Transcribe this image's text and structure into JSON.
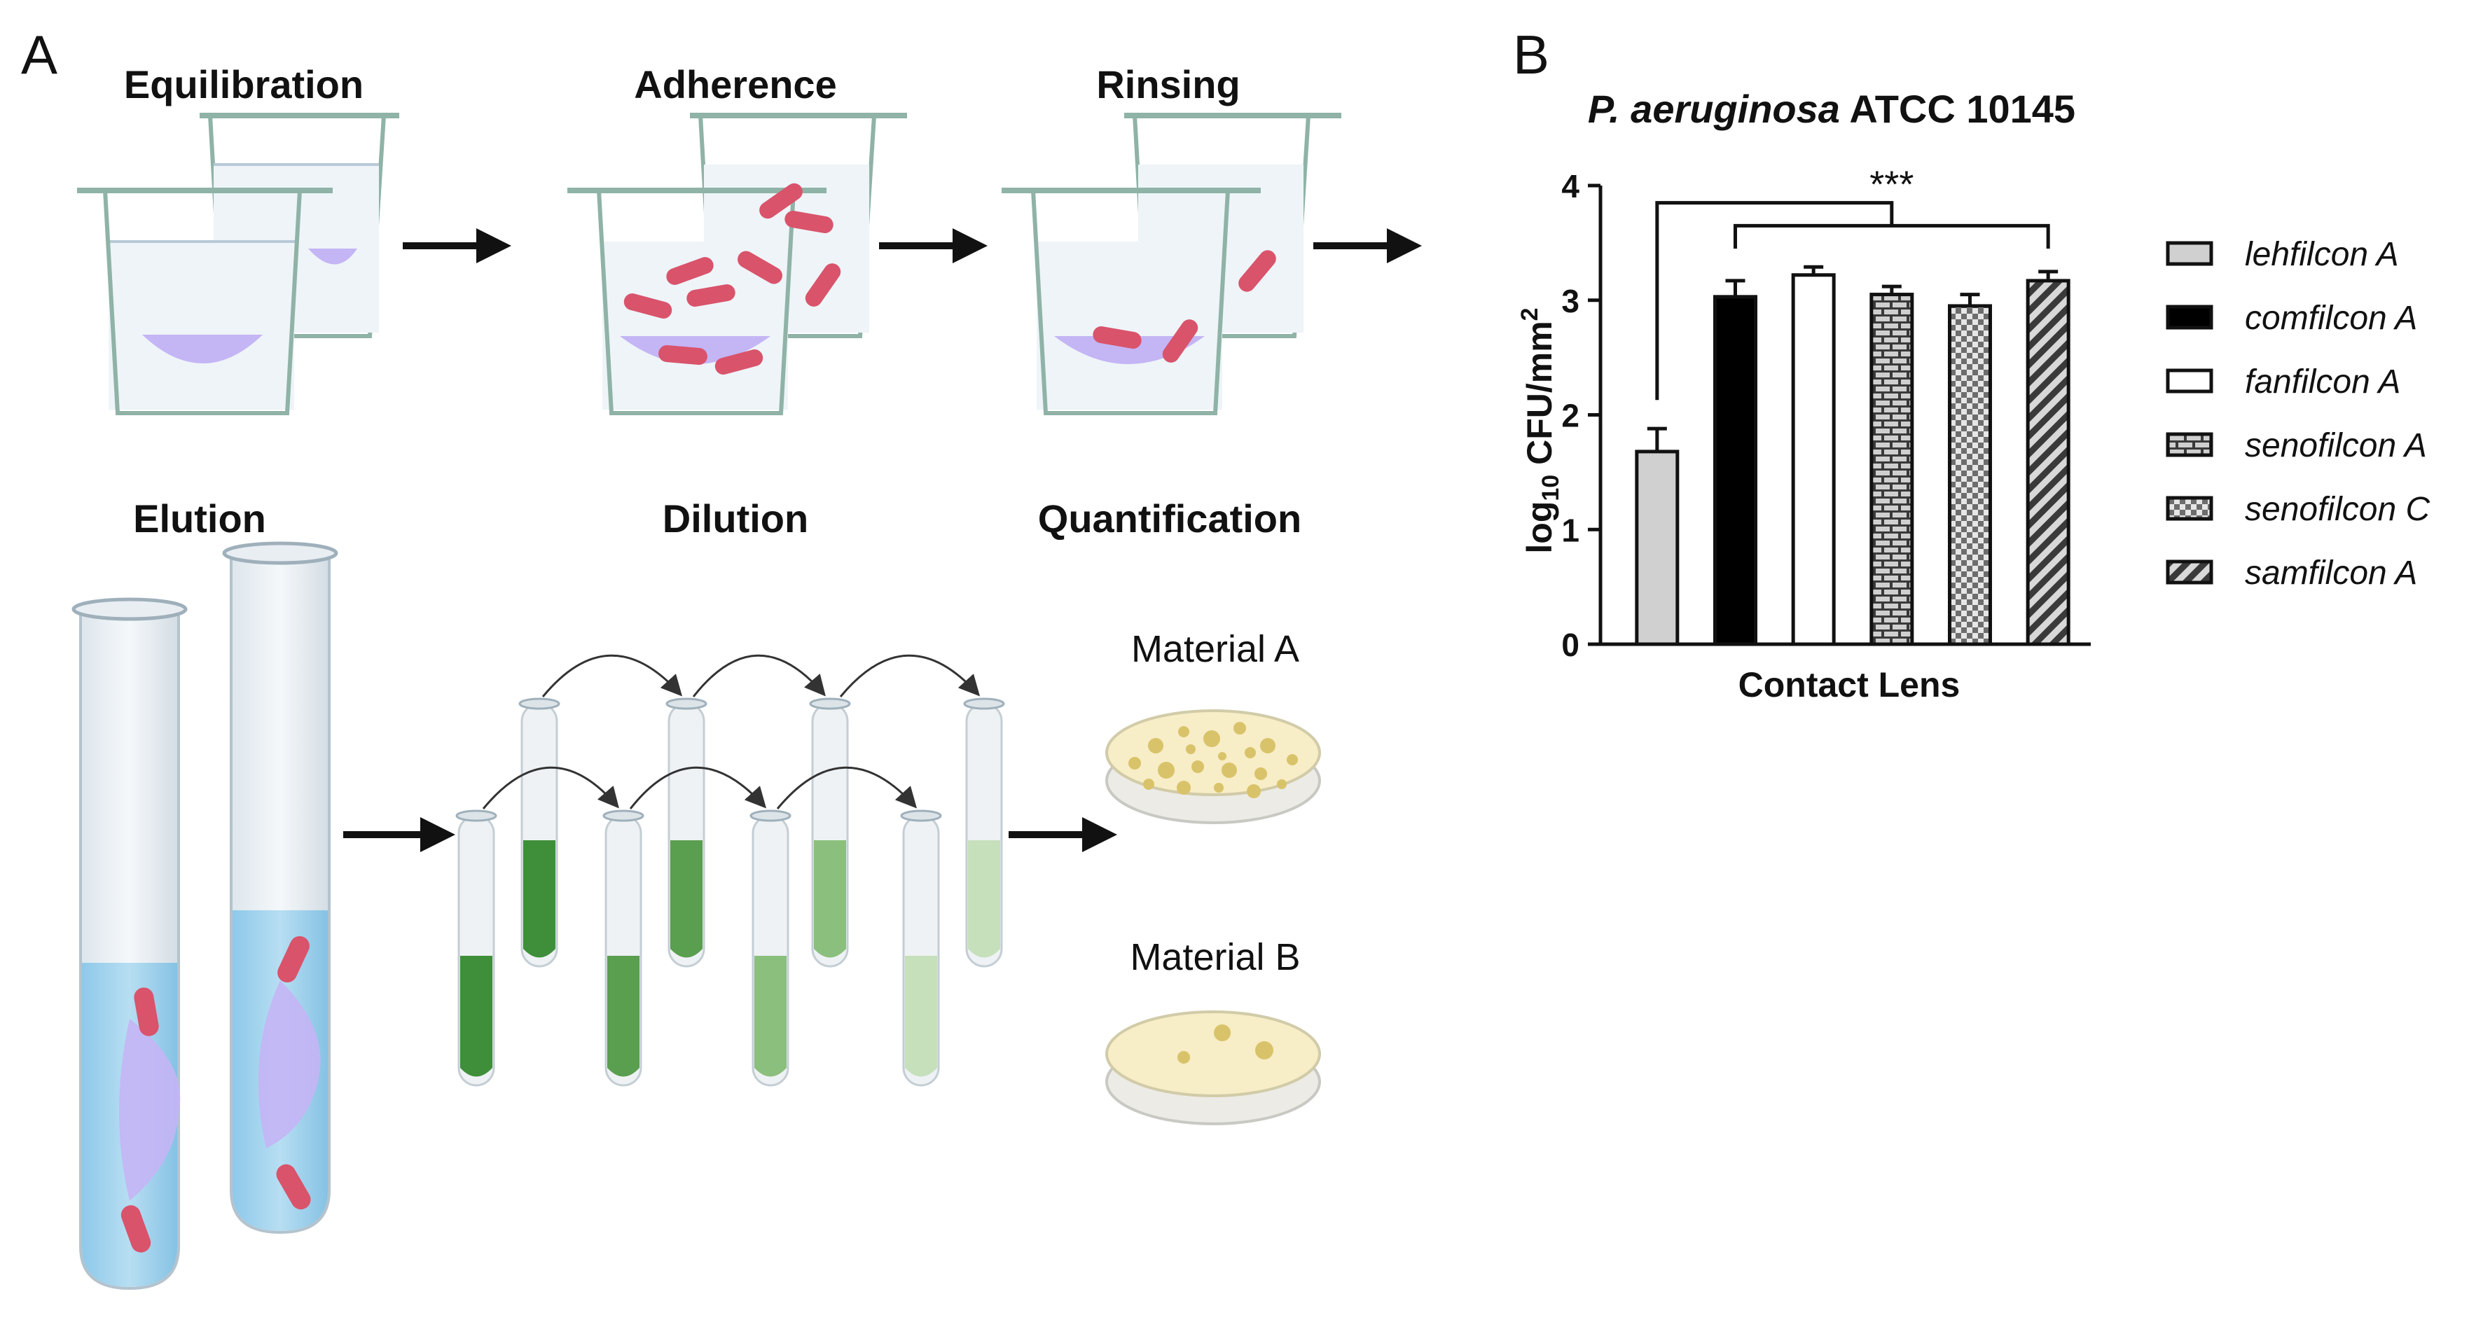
{
  "panel_a": {
    "letter": "A",
    "steps": {
      "equilibration": "Equilibration",
      "adherence": "Adherence",
      "rinsing": "Rinsing",
      "elution": "Elution",
      "dilution": "Dilution",
      "quantification": "Quantification"
    },
    "plates": {
      "material_a": "Material A",
      "material_b": "Material B"
    }
  },
  "panel_b": {
    "letter": "B"
  },
  "colors": {
    "lens": "#c4b5f5",
    "bacteria": "#d9536b",
    "culture_green": "#3f8f3a",
    "plate_medium": "#f7edc6",
    "colony": "#d9c36a"
  },
  "chart_data": {
    "type": "bar",
    "title_italic": "P. aeruginosa",
    "title_rest": " ATCC 10145",
    "ylabel_main": "log",
    "ylabel_sub": "10",
    "ylabel_rest": " CFU/mm",
    "ylabel_sup": "2",
    "xlabel": "Contact Lens",
    "ylim": [
      0,
      4
    ],
    "yticks": [
      "0",
      "1",
      "2",
      "3",
      "4"
    ],
    "significance": "***",
    "categories": [
      "lehfilcon A",
      "comfilcon A",
      "fanfilcon A",
      "senofilcon A",
      "senofilcon C",
      "samfilcon A"
    ],
    "values": [
      1.68,
      3.03,
      3.22,
      3.05,
      2.95,
      3.17
    ],
    "errors": [
      0.2,
      0.14,
      0.07,
      0.07,
      0.1,
      0.08
    ],
    "legend": [
      "lehfilcon A",
      "comfilcon A",
      "fanfilcon A",
      "senofilcon A",
      "senofilcon C",
      "samfilcon A"
    ],
    "legend_placement": "right"
  }
}
